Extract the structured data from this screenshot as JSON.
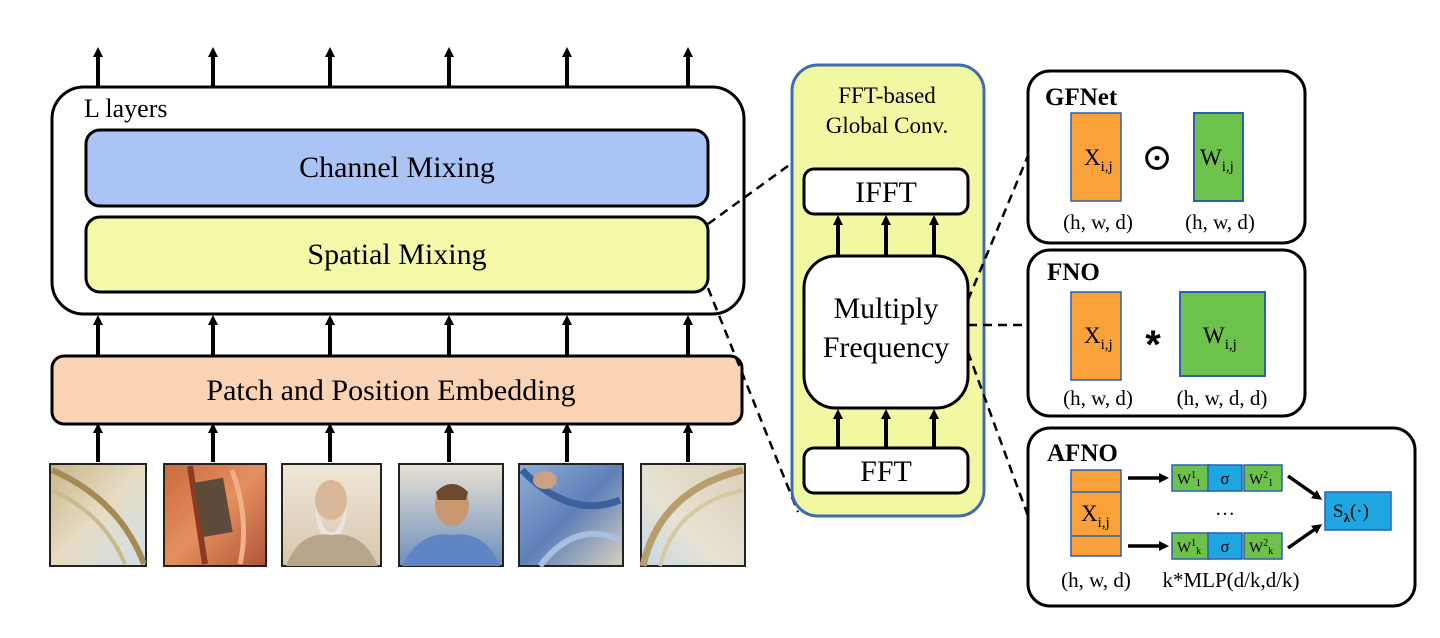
{
  "left": {
    "l_layers_label": "L layers",
    "channel_mixing_label": "Channel Mixing",
    "spatial_mixing_label": "Spatial Mixing",
    "embedding_label": "Patch and Position Embedding",
    "patches": [
      "fresco-corner-patch",
      "plato-robe-patch",
      "plato-face-patch",
      "aristotle-face-patch",
      "blue-robe-patch",
      "fresco-arch-patch"
    ]
  },
  "middle": {
    "title_line1": "FFT-based",
    "title_line2": "Global Conv.",
    "ifft_label": "IFFT",
    "multiply_line1": "Multiply",
    "multiply_line2": "Frequency",
    "fft_label": "FFT"
  },
  "gfnet": {
    "title": "GFNet",
    "x_label": "X",
    "x_sub": "i,j",
    "op": "⊙",
    "w_label": "W",
    "w_sub": "i,j",
    "x_dim": "(h, w, d)",
    "w_dim": "(h, w, d)"
  },
  "fno": {
    "title": "FNO",
    "x_label": "X",
    "x_sub": "i,j",
    "op": "*",
    "w_label": "W",
    "w_sub": "i,j",
    "x_dim": "(h, w, d)",
    "w_dim": "(h, w, d, d)"
  },
  "afno": {
    "title": "AFNO",
    "x_label": "X",
    "x_sub": "i,j",
    "x_dim": "(h, w, d)",
    "row1": {
      "w1": "W",
      "w1_sup": "1",
      "w1_sub": "1",
      "sigma": "σ",
      "w2": "W",
      "w2_sup": "2",
      "w2_sub": "1"
    },
    "row2": {
      "w1": "W",
      "w1_sup": "1",
      "w1_sub": "k",
      "sigma": "σ",
      "w2": "W",
      "w2_sup": "2",
      "w2_sub": "k"
    },
    "dots": "…",
    "mlp_label": "k*MLP(d/k,d/k)",
    "s_label": "S",
    "s_sub": "λ",
    "s_arg": "(·)"
  },
  "colors": {
    "channel_mixing": "#a9c4f5",
    "spatial_mixing": "#f3f9a6",
    "embedding": "#f9d3b4",
    "fft_panel_fill": "#f2f7a1",
    "fft_panel_border": "#3d6cb3",
    "x_orange": "#f9a23a",
    "w_green": "#6cc24a",
    "w_border": "#2d5fb0",
    "sigma_blue": "#1ea6e0",
    "s_blue": "#1ea6e0"
  }
}
